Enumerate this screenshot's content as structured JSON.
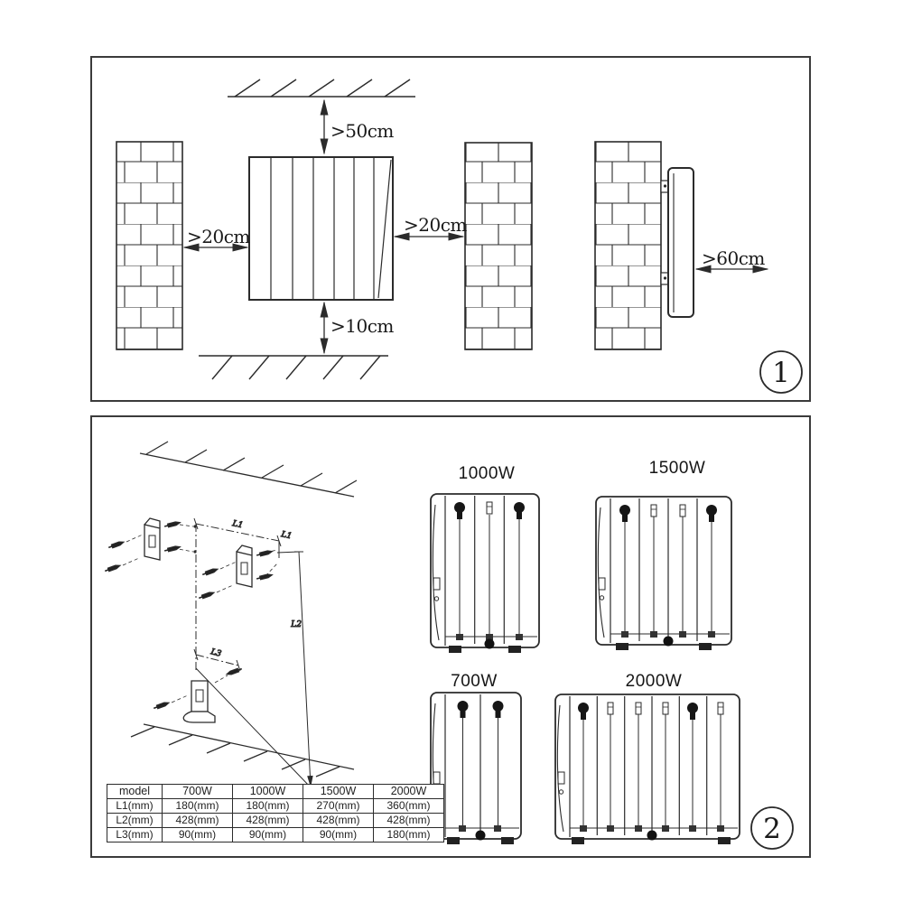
{
  "colors": {
    "line": "#2b2b2b",
    "background": "#ffffff",
    "text": "#1a1a1a"
  },
  "panel1": {
    "badge": "1",
    "clearances": {
      "top": ">50cm",
      "left": ">20cm",
      "right": ">20cm",
      "bottom": ">10cm",
      "front": ">60cm"
    }
  },
  "panel2": {
    "badge": "2",
    "mounting_dims": {
      "l1": "L1",
      "l1_small": "L1",
      "l2": "L2",
      "l3": "L3"
    },
    "models": {
      "w700": "700W",
      "w1000": "1000W",
      "w1500": "1500W",
      "w2000": "2000W"
    },
    "table": {
      "headers": [
        "model",
        "700W",
        "1000W",
        "1500W",
        "2000W"
      ],
      "rows": [
        {
          "label": "L1(mm)",
          "values": [
            "180(mm)",
            "180(mm)",
            "270(mm)",
            "360(mm)"
          ]
        },
        {
          "label": "L2(mm)",
          "values": [
            "428(mm)",
            "428(mm)",
            "428(mm)",
            "428(mm)"
          ]
        },
        {
          "label": "L3(mm)",
          "values": [
            "90(mm)",
            "90(mm)",
            "90(mm)",
            "180(mm)"
          ]
        }
      ]
    }
  }
}
